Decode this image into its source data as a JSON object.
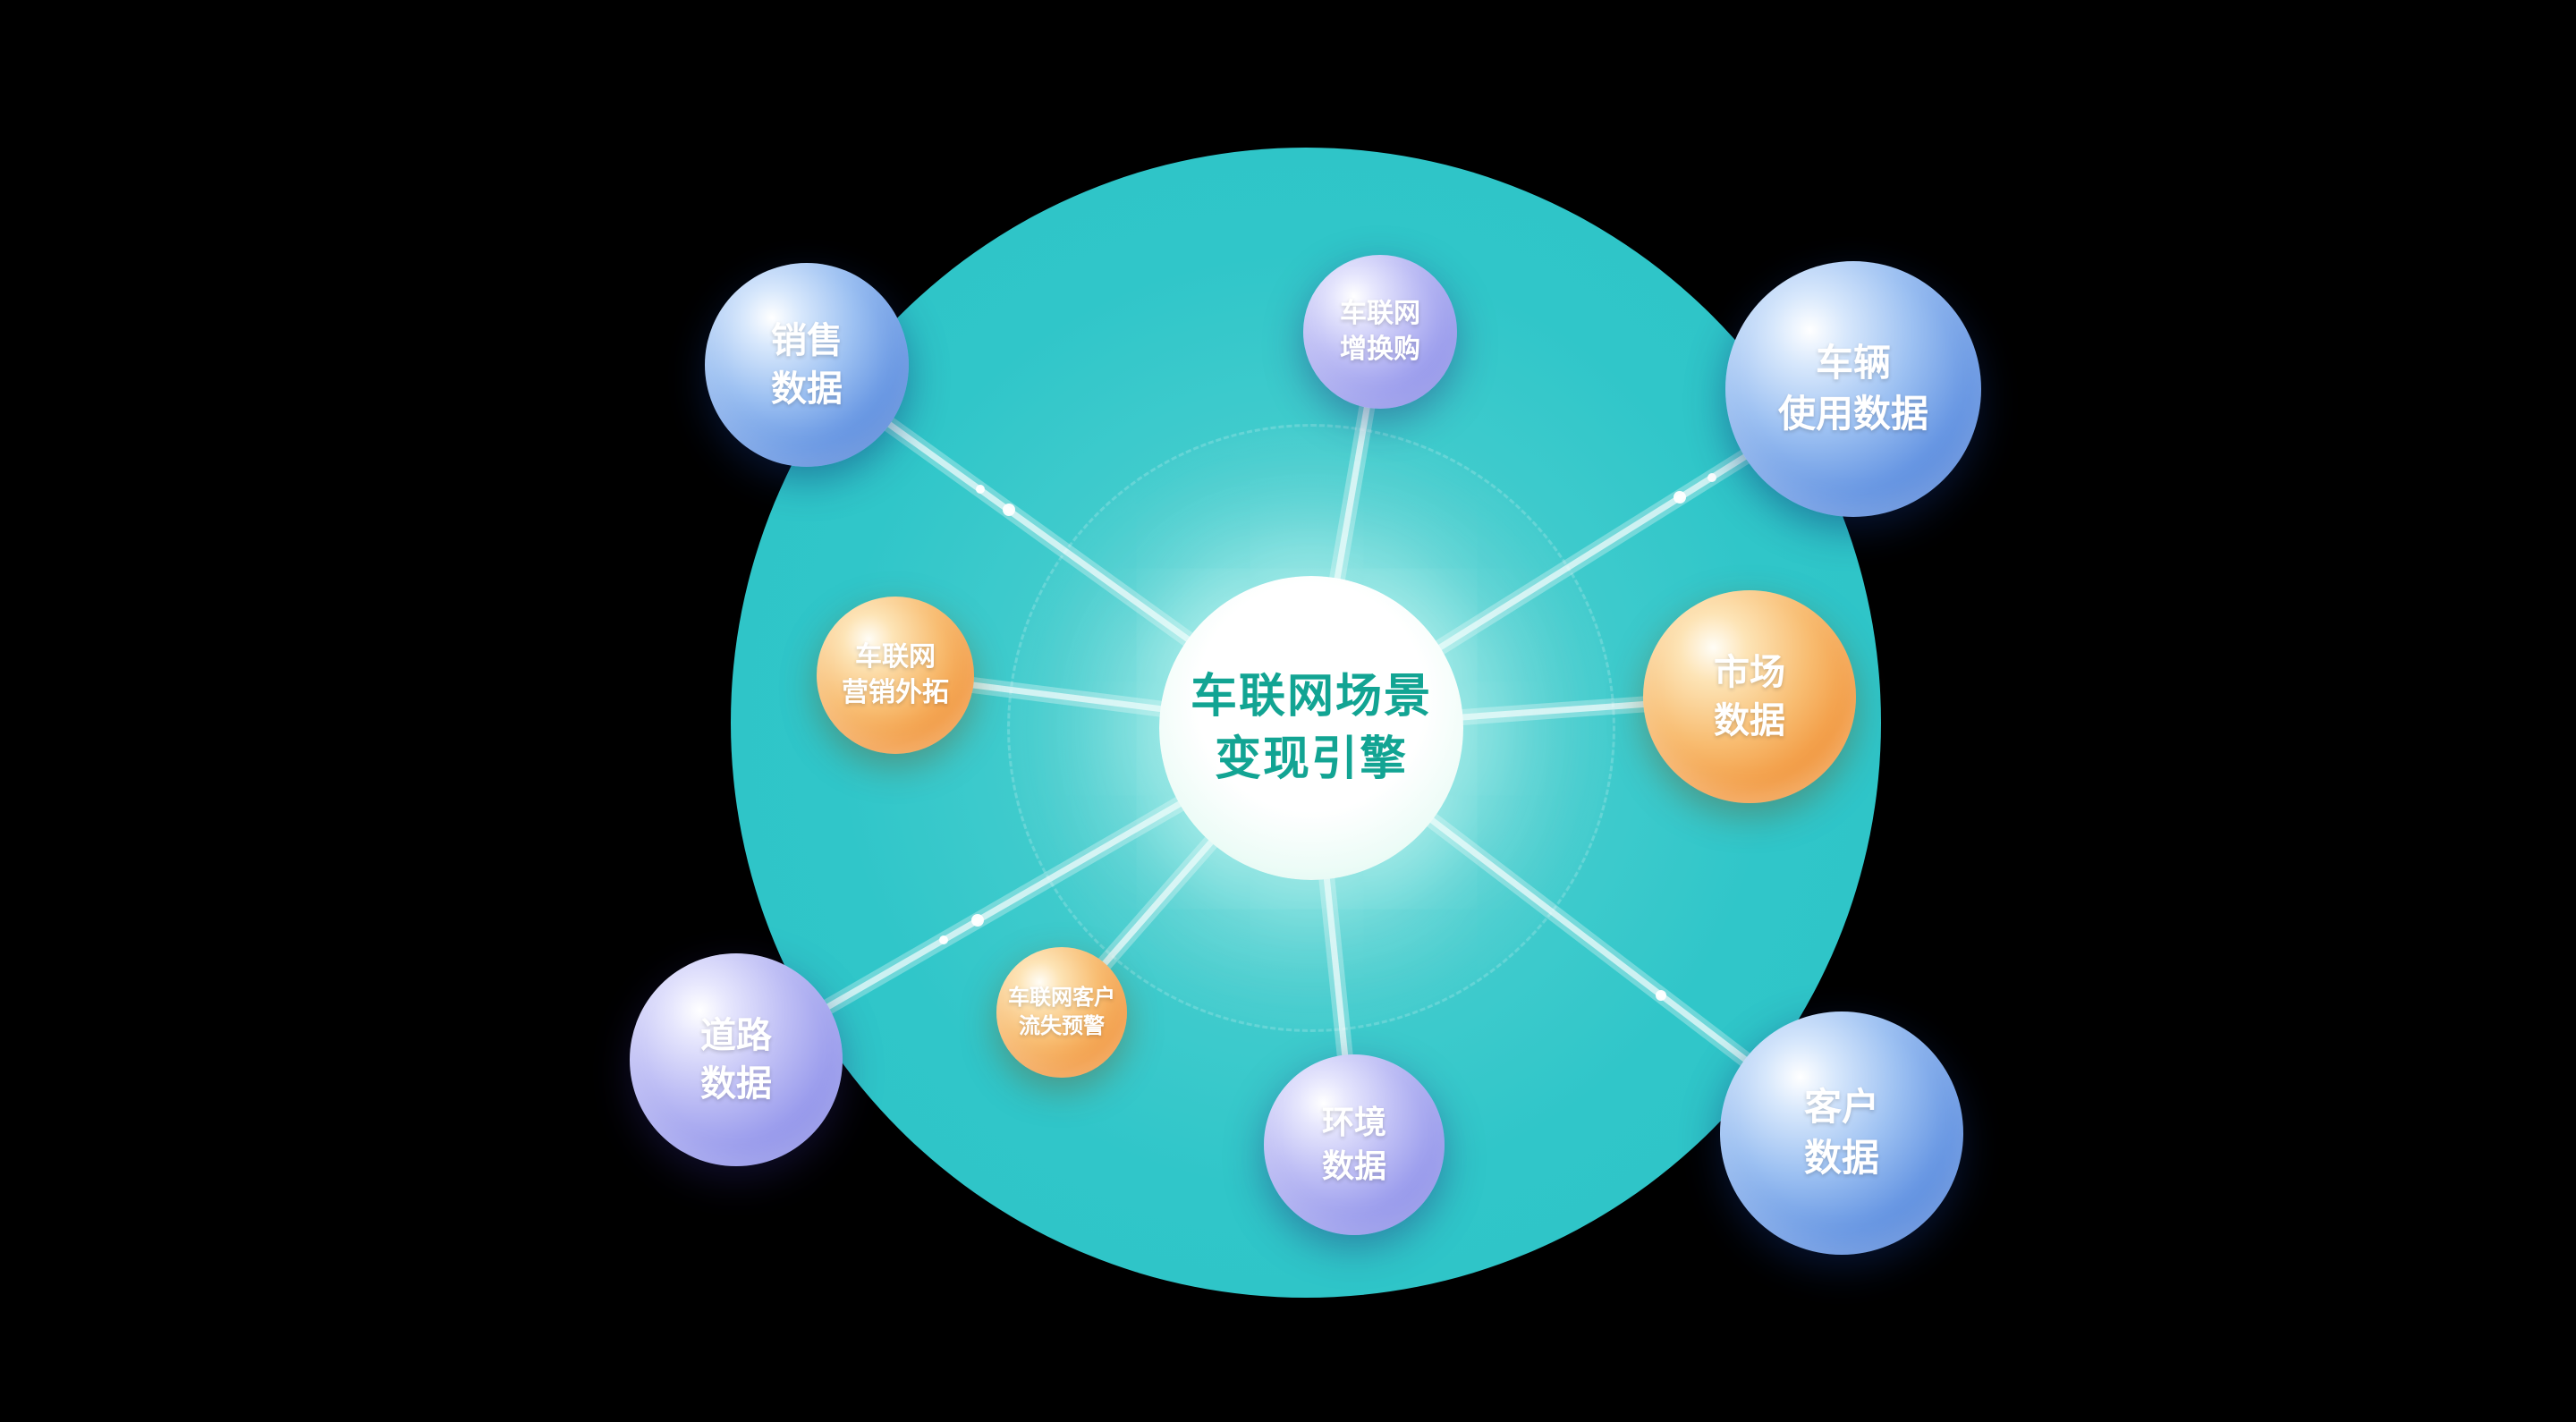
{
  "diagram": {
    "center": {
      "label": "车联网场景\n变现引擎"
    },
    "nodes": [
      {
        "id": "sales",
        "label": "销售\n数据",
        "color": "blue"
      },
      {
        "id": "tradein",
        "label": "车联网\n增换购",
        "color": "purple"
      },
      {
        "id": "vehicle",
        "label": "车辆\n使用数据",
        "color": "blue"
      },
      {
        "id": "market",
        "label": "市场\n数据",
        "color": "orange"
      },
      {
        "id": "marketing",
        "label": "车联网\n营销外拓",
        "color": "orange"
      },
      {
        "id": "road",
        "label": "道路\n数据",
        "color": "purple"
      },
      {
        "id": "churn",
        "label": "车联网客户\n流失预警",
        "color": "orange"
      },
      {
        "id": "environment",
        "label": "环境\n数据",
        "color": "purple"
      },
      {
        "id": "customer",
        "label": "客户\n数据",
        "color": "blue"
      }
    ],
    "colors": {
      "background": "#000000",
      "teal_circle": "#2ec7c9",
      "blue_sphere": "#4478d2",
      "purple_sphere": "#7f82e2",
      "orange_sphere": "#ee8a2b",
      "hub_fill": "#ffffff",
      "hub_text": "#12a493",
      "connector": "#ffffff"
    }
  }
}
